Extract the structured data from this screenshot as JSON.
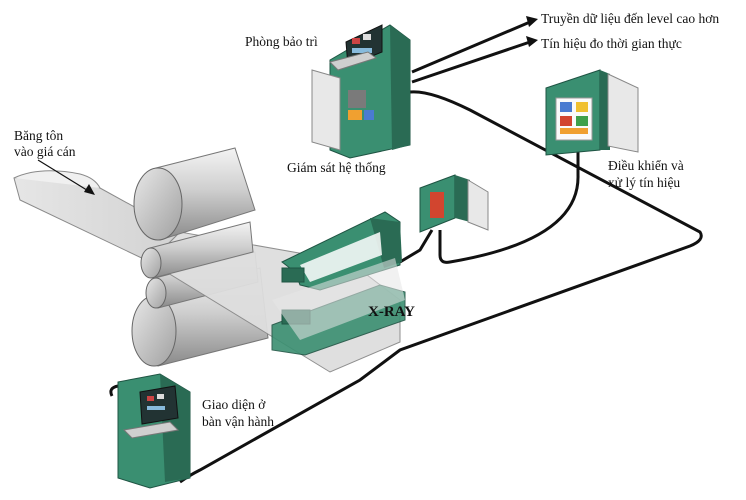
{
  "labels": {
    "maintenance_room": "Phòng bảo trì",
    "system_monitoring": "Giám sát hệ thống",
    "data_upstream": "Truyền dữ liệu đến level cao hơn",
    "realtime_signal": "Tín hiệu đo thời gian thực",
    "strip_line1": "Băng tôn",
    "strip_line2": "vào giá cán",
    "control_line1": "Điều khiển và",
    "control_line2": "xử lý tín hiệu",
    "xray": "X-RAY",
    "operator_line1": "Giao diện ở",
    "operator_line2": "bàn vận hành"
  },
  "colors": {
    "cabinet_green": "#3a8f71",
    "cabinet_dark": "#2a6b54",
    "steel": "#c9c9c9",
    "cable": "#111111"
  }
}
